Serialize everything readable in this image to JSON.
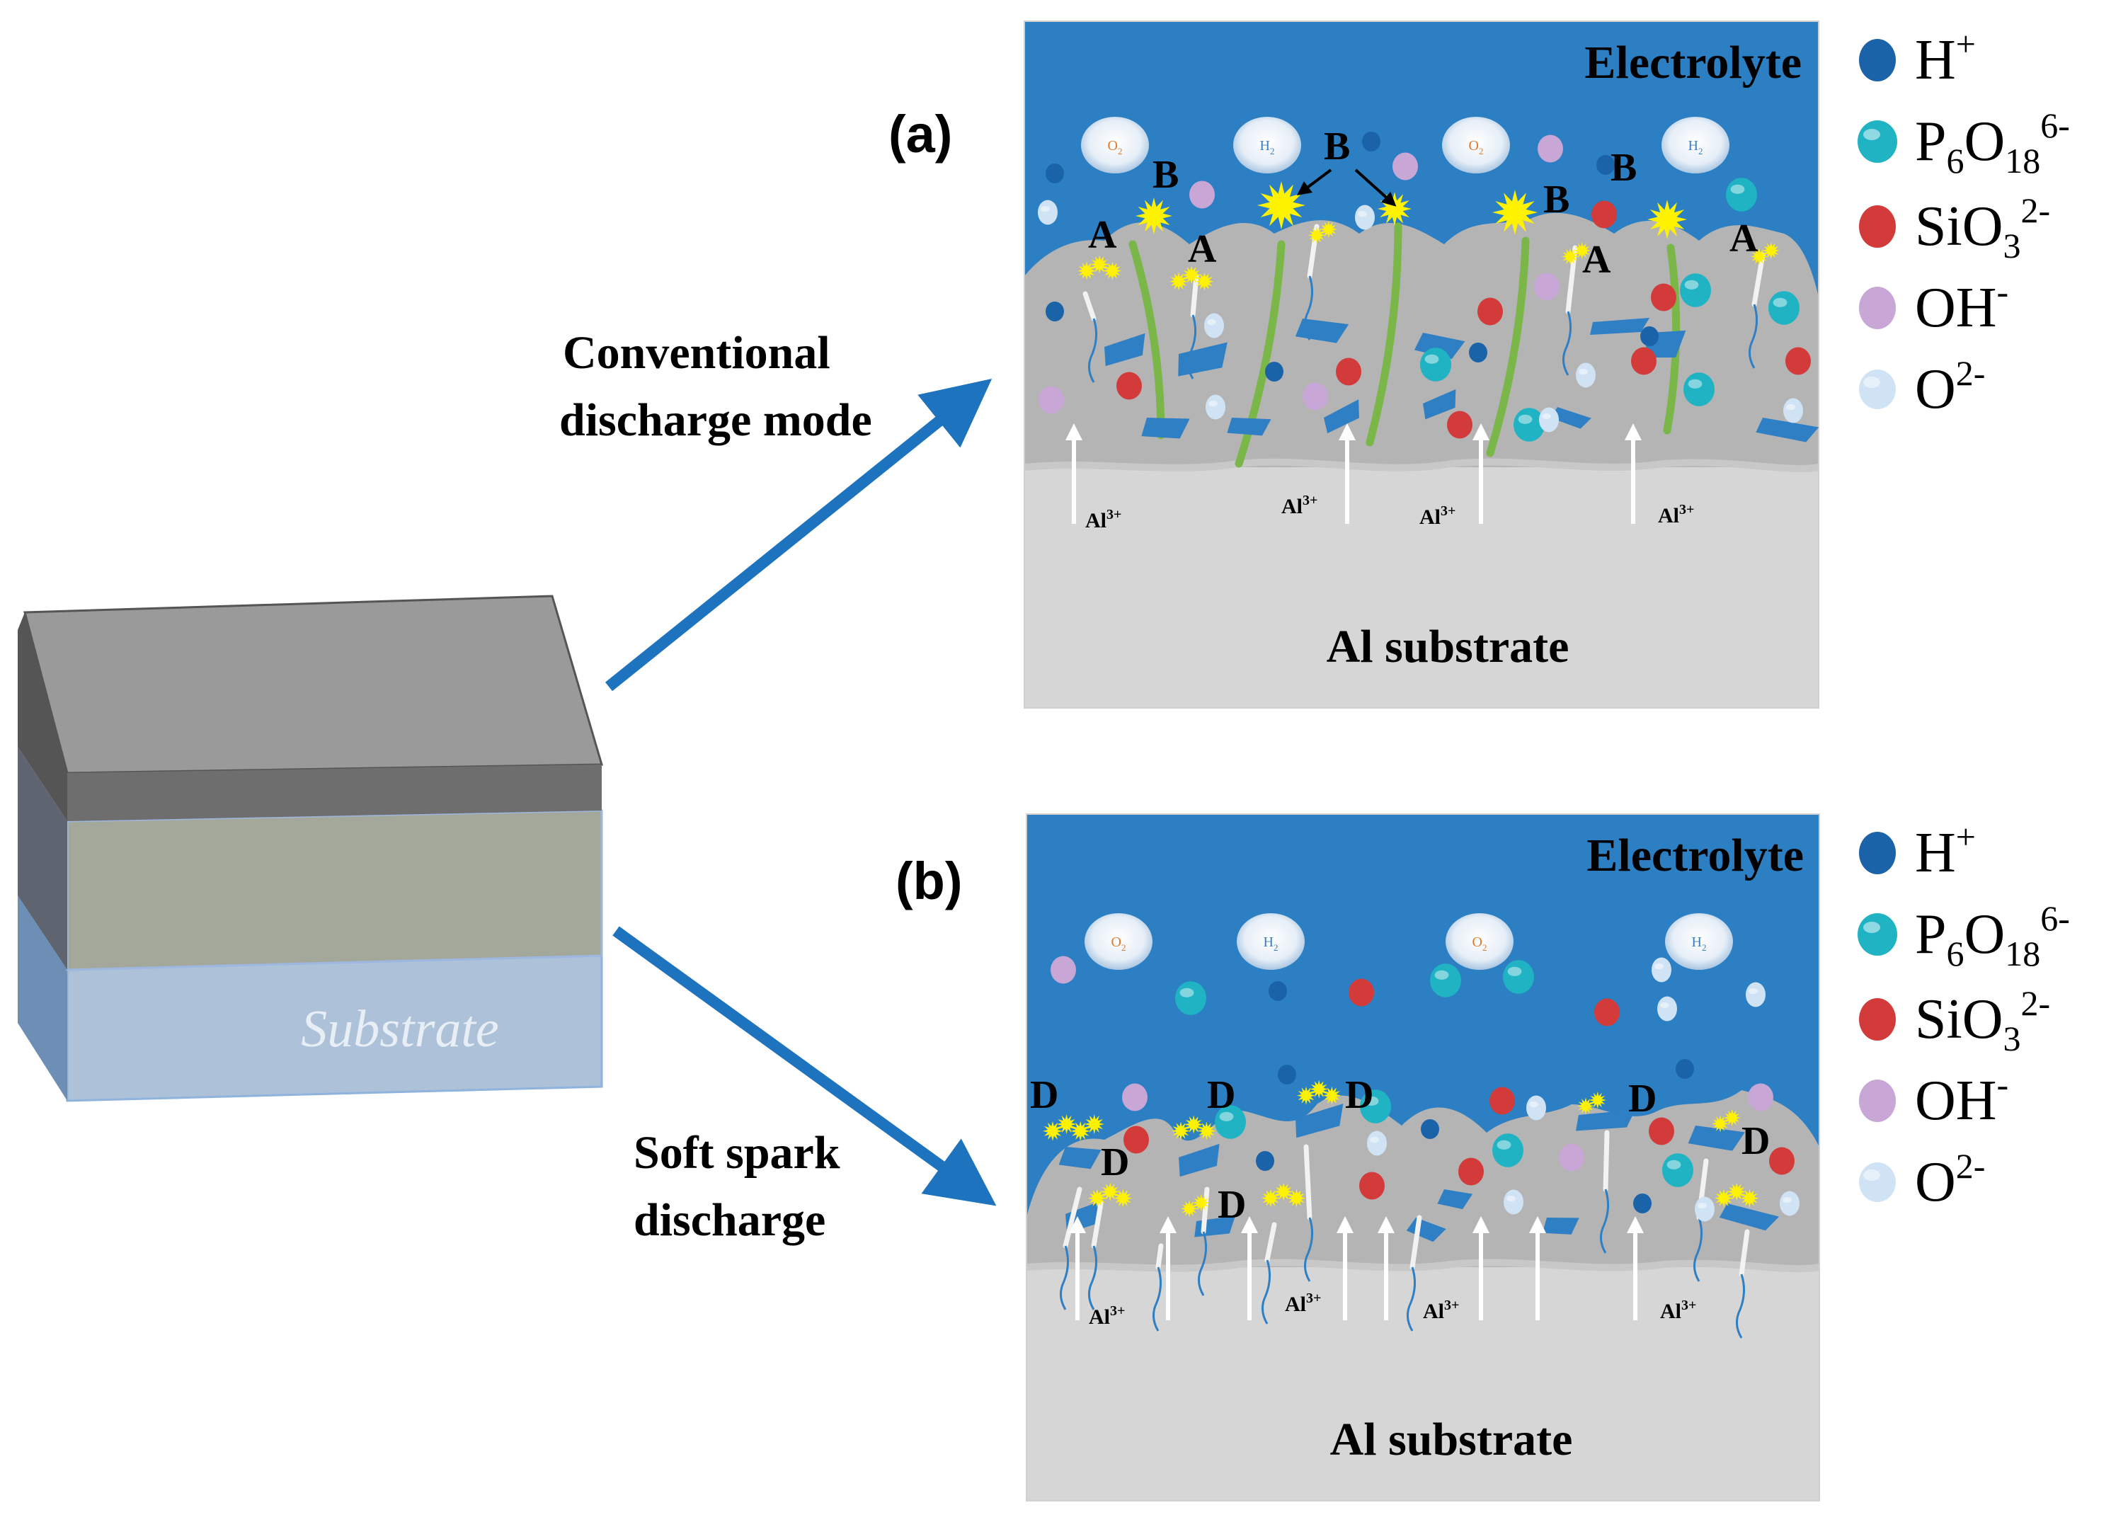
{
  "block": {
    "substrate_label": "Substrate",
    "colors": {
      "top": "#9a9a9a",
      "top_edge": "#6e6e6e",
      "middle": "#a4a89a",
      "bottom": "#adc2d8"
    }
  },
  "paths": [
    {
      "lines": [
        "Conventional",
        "discharge mode"
      ],
      "panel_letter": "(a)"
    },
    {
      "lines": [
        "Soft spark",
        "discharge"
      ],
      "panel_letter": "(b)"
    }
  ],
  "panels": [
    {
      "letter": "(a)",
      "electrolyte_label": "Electrolyte",
      "substrate_label": "Al substrate",
      "ion_label": "Al3+",
      "ion_label_base": "Al",
      "ion_label_sup": "3+",
      "bubble_labels": [
        "O2",
        "H2",
        "O2",
        "H2"
      ],
      "site_labels": [
        "A",
        "B",
        "A",
        "B",
        "B",
        "B",
        "A",
        "A"
      ]
    },
    {
      "letter": "(b)",
      "electrolyte_label": "Electrolyte",
      "substrate_label": "Al substrate",
      "ion_label": "Al3+",
      "ion_label_base": "Al",
      "ion_label_sup": "3+",
      "bubble_labels": [
        "O2",
        "H2",
        "O2",
        "H2"
      ],
      "site_labels": [
        "D",
        "D",
        "D",
        "D",
        "D",
        "D",
        "D"
      ]
    }
  ],
  "legend": [
    {
      "name": "H+",
      "base": "H",
      "sup": "+",
      "color": "#1a63a8",
      "icon": "h-ion-icon"
    },
    {
      "name": "P6O18 6-",
      "base": "P",
      "sub1": "6",
      "mid": "O",
      "sub2": "18",
      "sup": "6-",
      "color": "#1fb3c4",
      "icon": "p6o18-ion-icon"
    },
    {
      "name": "SiO3 2-",
      "base": "SiO",
      "sub1": "3",
      "sup": "2-",
      "color": "#d33b3b",
      "icon": "sio3-ion-icon"
    },
    {
      "name": "OH-",
      "base": "OH",
      "sup": "-",
      "color": "#c8a6d6",
      "icon": "oh-ion-icon"
    },
    {
      "name": "O2-",
      "base": "O",
      "sup": "2-",
      "color": "#cfe3f5",
      "icon": "o-ion-icon"
    }
  ],
  "colors": {
    "electrolyte": "#2b7fc2",
    "coating": "#b4b4b4",
    "substrate": "#d6d6d6",
    "arrow": "#1e73be",
    "channel": "#7ab648",
    "spark": "#fff200",
    "flake": "#2f7fc4"
  }
}
